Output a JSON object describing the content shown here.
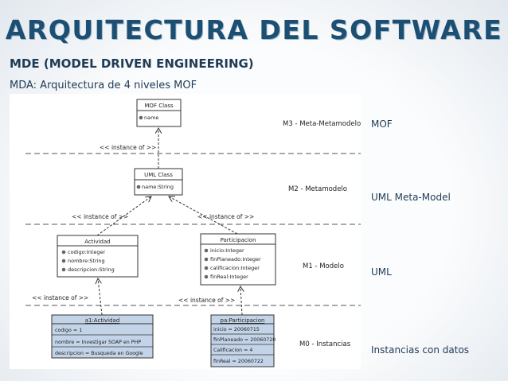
{
  "slide": {
    "title": "ARQUITECTURA DEL SOFTWARE",
    "subtitle": "MDE (MODEL DRIVEN ENGINEERING)",
    "caption": "MDA: Arquitectura de 4 niveles MOF"
  },
  "levels": [
    {
      "side_label": "MOF",
      "diagram_label": "M3 - Meta-Metamodelo"
    },
    {
      "side_label": "UML Meta-Model",
      "diagram_label": "M2 - Metamodelo"
    },
    {
      "side_label": "UML",
      "diagram_label": "M1 - Modelo"
    },
    {
      "side_label": "Instancias con datos",
      "diagram_label": "M0 - Instancias"
    }
  ],
  "relations": {
    "m3": "<< instance of >>",
    "m2_left": "<< instance of >>",
    "m2_right": "<< instance of >>",
    "m1_left": "<< instance of >>",
    "m1_right": "<< instance of >>"
  },
  "boxes": {
    "mof_class": {
      "name": "MOF Class",
      "attr": "name"
    },
    "uml_class": {
      "name": "UML Class",
      "attr": "name:String"
    },
    "actividad": {
      "name": "Actividad",
      "attrs": [
        "codigo:Integer",
        "nombre:String",
        "descripcion:String"
      ]
    },
    "participacion": {
      "name": "Participacion",
      "attrs": [
        "inicio:Integer",
        "finPlaneado:Integer",
        "calificacion:Integer",
        "finReal:Integer"
      ]
    },
    "a1": {
      "name": "a1:Actividad",
      "attrs": [
        "codigo = 1",
        "nombre = Investigar SOAP en PHP",
        "descripcion = Busqueda en Google"
      ]
    },
    "pa": {
      "name": "pa:Participacion",
      "attrs": [
        "inicio = 20060715",
        "finPlaneado = 20060720",
        "Calificacion = 4",
        "finReal = 20060722"
      ]
    }
  },
  "colors": {
    "title": "#1d4f73",
    "text": "#1f3b55",
    "instance_fill": "#c3d4e8"
  }
}
